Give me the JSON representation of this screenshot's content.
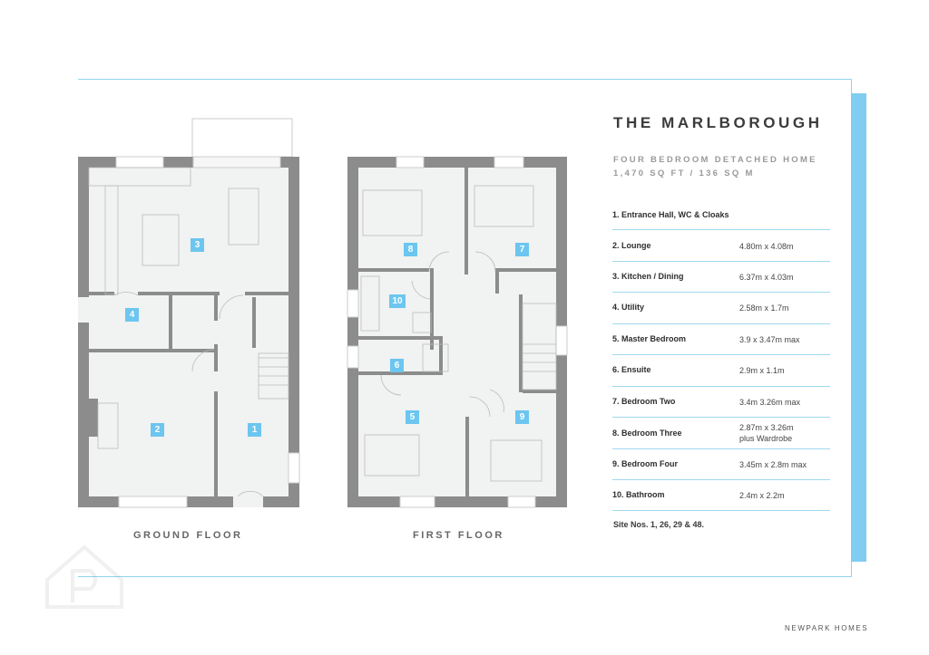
{
  "header": {
    "title": "THE MARLBOROUGH",
    "subtitle": "FOUR BEDROOM DETACHED HOME",
    "area": "1,470 SQ FT / 136 SQ M"
  },
  "rooms": [
    {
      "name": "1. Entrance Hall, WC & Cloaks",
      "dims": ""
    },
    {
      "name": "2. Lounge",
      "dims": "4.80m x 4.08m"
    },
    {
      "name": "3. Kitchen / Dining",
      "dims": "6.37m x 4.03m"
    },
    {
      "name": "4. Utility",
      "dims": "2.58m x 1.7m"
    },
    {
      "name": "5. Master Bedroom",
      "dims": "3.9 x 3.47m max"
    },
    {
      "name": "6. Ensuite",
      "dims": "2.9m x 1.1m"
    },
    {
      "name": "7. Bedroom Two",
      "dims": "3.4m 3.26m max"
    },
    {
      "name": "8. Bedroom Three",
      "dims": "2.87m x 3.26m",
      "dims2": "plus Wardrobe"
    },
    {
      "name": "9. Bedroom Four",
      "dims": "3.45m x 2.8m max"
    },
    {
      "name": "10. Bathroom",
      "dims": "2.4m x 2.2m"
    }
  ],
  "site": "Site Nos. 1, 26, 29 & 48.",
  "plans": {
    "ground": "GROUND FLOOR",
    "first": "FIRST FLOOR",
    "labels": {
      "r1": "1",
      "r2": "2",
      "r3": "3",
      "r4": "4",
      "r5": "5",
      "r6": "6",
      "r7": "7",
      "r8": "8",
      "r9": "9",
      "r10": "10"
    }
  },
  "brand": "NEWPARK HOMES",
  "colors": {
    "accent": "#7fcdf0",
    "wall": "#8c8c8c",
    "floor": "#f1f2f2"
  }
}
